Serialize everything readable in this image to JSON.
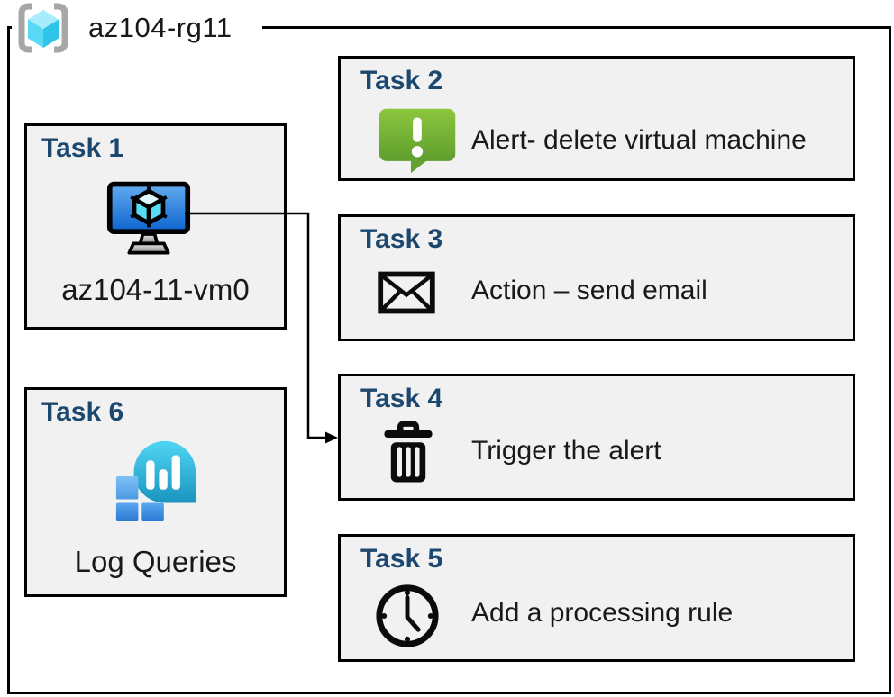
{
  "resource_group": {
    "name": "az104-rg11"
  },
  "boxes": {
    "task1": {
      "title": "Task 1",
      "caption": "az104-11-vm0",
      "icon": "virtual-machine-icon"
    },
    "task2": {
      "title": "Task 2",
      "label": "Alert- delete virtual machine",
      "icon": "alert-icon"
    },
    "task3": {
      "title": "Task 3",
      "label": "Action – send email",
      "icon": "email-icon"
    },
    "task4": {
      "title": "Task 4",
      "label": "Trigger the alert",
      "icon": "trash-icon"
    },
    "task5": {
      "title": "Task 5",
      "label": "Add a processing rule",
      "icon": "clock-icon"
    },
    "task6": {
      "title": "Task 6",
      "caption": "Log Queries",
      "icon": "log-analytics-icon"
    }
  },
  "connector": {
    "from": "task1",
    "to": "task4"
  },
  "colors": {
    "title_blue": "#1C4870",
    "box_fill": "#F1F1F2",
    "border_black": "#000000",
    "alert_green": "#6FB02C",
    "vm_screen_blue": "#2B7FDD",
    "log_teal": "#2BB5DE",
    "log_square_blue": "#3D86DC",
    "rg_cube_cyan": "#50D9F2",
    "rg_bracket_gray": "#A7A7A8",
    "arrow": "#000000"
  }
}
